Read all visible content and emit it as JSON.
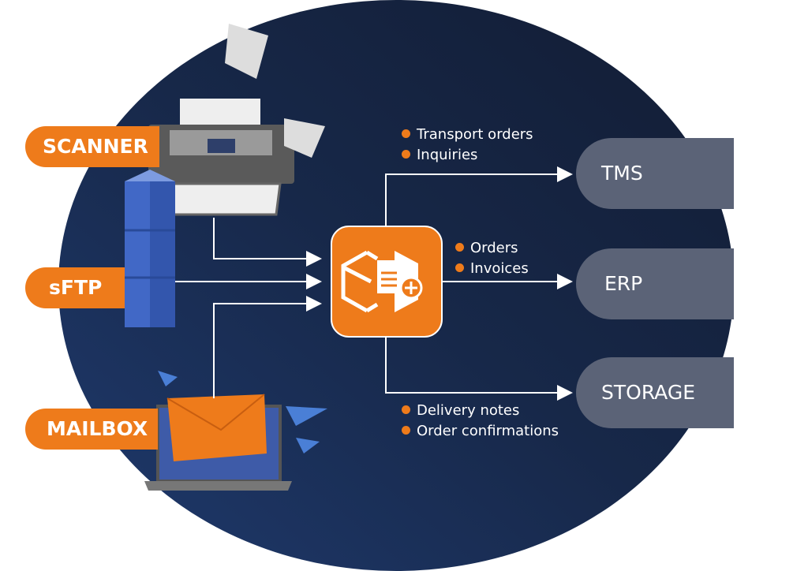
{
  "sources": [
    {
      "label": "SCANNER"
    },
    {
      "label": "sFTP"
    },
    {
      "label": "MAILBOX"
    }
  ],
  "targets": [
    {
      "label": "TMS"
    },
    {
      "label": "ERP"
    },
    {
      "label": "STORAGE"
    }
  ],
  "flows": {
    "tms": [
      "Transport orders",
      "Inquiries"
    ],
    "erp": [
      "Orders",
      "Invoices"
    ],
    "storage": [
      "Delivery notes",
      "Order confirmations"
    ]
  },
  "colors": {
    "accent": "#ee7b1b",
    "background": "#1a2747",
    "target": "#5b6377"
  }
}
